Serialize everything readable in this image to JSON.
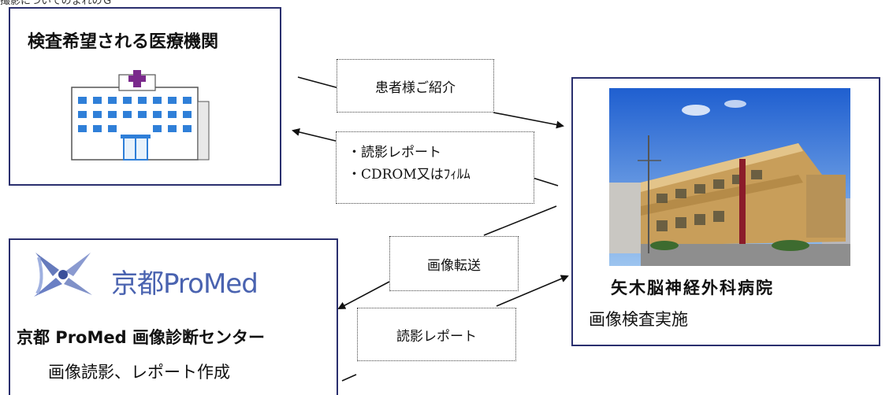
{
  "top_clipped_text": "撮影についてのまれのＧ",
  "clinic": {
    "title": "検査希望される医療機関"
  },
  "patient_referral": {
    "label": "患者様ご紹介"
  },
  "returns": {
    "line1": "・読影レポート",
    "line2": "・CDROM又はﾌｨﾙﾑ"
  },
  "image_transfer": {
    "label": "画像転送"
  },
  "reading_report": {
    "label": "読影レポート"
  },
  "promed": {
    "logo_text": "京都ProMed",
    "name": "京都 ProMed 画像診断センター",
    "subtitle": "画像読影、レポート作成"
  },
  "hospital": {
    "name": "矢木脳神経外科病院",
    "subtitle": "画像検査実施"
  },
  "colors": {
    "border": "#2a2f6e",
    "logo_blue": "#4a63b0",
    "hospital_icon": "#2f7fd8",
    "cross": "#7a2a8c"
  }
}
